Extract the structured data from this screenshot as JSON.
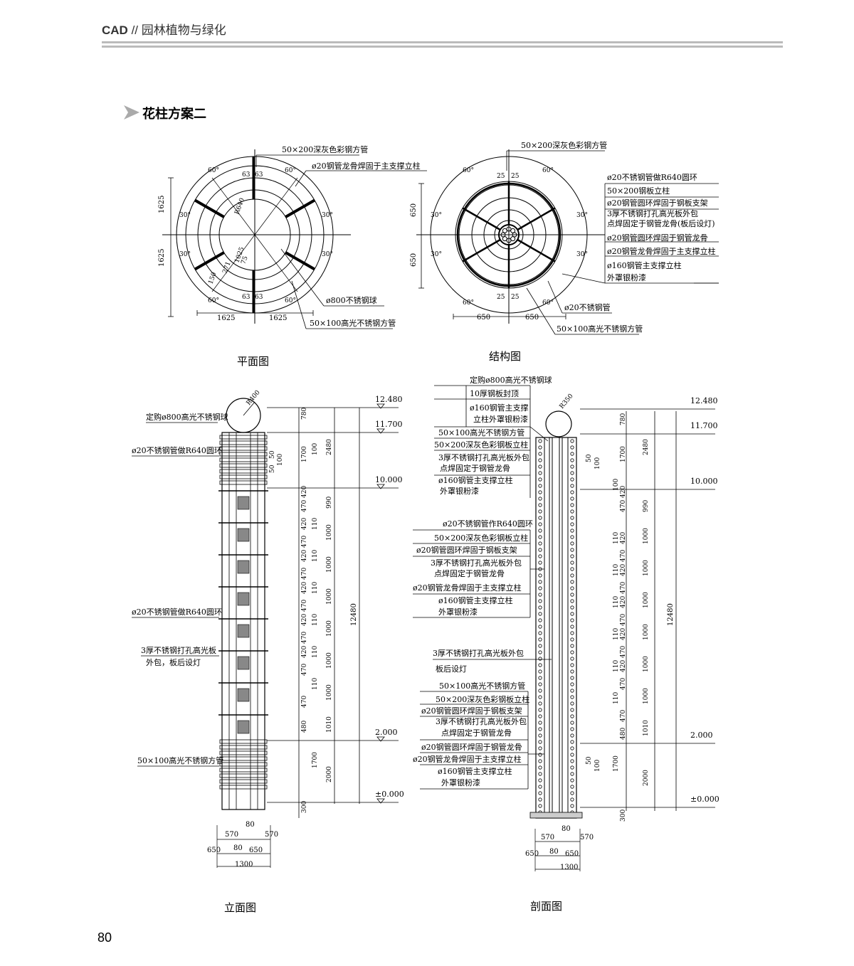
{
  "header": {
    "brand": "CAD",
    "separator": "//",
    "category": "园林植物与绿化"
  },
  "section_title": "花柱方案二",
  "page_number": "80",
  "plan_view": {
    "caption": "平面图",
    "labels": [
      "50×200深灰色彩钢方管",
      "ø20钢管龙骨焊固于主支撑立柱",
      "ø800不锈钢球",
      "50×100高光不锈钢方管"
    ],
    "dims": [
      "1625",
      "1625",
      "1625",
      "1625",
      "R640",
      "1025",
      "63",
      "150",
      "271",
      "75",
      "60°",
      "30°"
    ]
  },
  "structure_view": {
    "caption": "结构图",
    "labels": [
      "50×200深灰色彩钢方管",
      "ø20不锈钢管做R640圆环",
      "50×200钢板立柱",
      "ø20钢管圆环焊固于钢板支架",
      "3厚不锈钢打孔高光板外包",
      "点焊固定于钢管龙骨(板后设灯)",
      "ø20钢管圆环焊固于钢管龙骨",
      "ø20钢管龙骨焊固于主支撑立柱",
      "ø160钢管主支撑立柱",
      "外罩银粉漆",
      "ø20不锈钢管",
      "50×100高光不锈钢方管"
    ],
    "dims": [
      "650",
      "650",
      "650",
      "650",
      "25",
      "60°",
      "30°"
    ]
  },
  "elevation_view": {
    "caption": "立面图",
    "labels": [
      "定购ø800高光不锈钢球",
      "ø20不锈钢管做R640圆环",
      "ø20不锈钢管做R640圆环",
      "3厚不锈钢打孔高光板",
      "外包，板后设灯",
      "50×100高光不锈钢方管"
    ],
    "radius": "R400",
    "levels": [
      "12.480",
      "11.700",
      "10.000",
      "2.000",
      "±0.000"
    ],
    "dims_a": [
      "780",
      "1700",
      "100",
      "470",
      "420",
      "110",
      "470",
      "420",
      "110",
      "470",
      "420",
      "110",
      "470",
      "420",
      "110",
      "470",
      "420",
      "110",
      "470",
      "420",
      "110",
      "470",
      "480",
      "1700",
      "300"
    ],
    "dims_b": [
      "2480",
      "990",
      "1000",
      "1000",
      "1000",
      "1000",
      "1000",
      "1000",
      "1010",
      "2000"
    ],
    "total": "12480",
    "base_dims": [
      "570",
      "80",
      "570",
      "650",
      "80",
      "650",
      "1300"
    ],
    "small_dims": [
      "50",
      "50",
      "100"
    ]
  },
  "section_view": {
    "caption": "剖面图",
    "top_labels": [
      "定购ø800高光不锈钢球",
      "10厚钢板封顶",
      "ø160钢管主支撑",
      "立柱外罩银粉漆",
      "50×100高光不锈钢方管",
      "50×200深灰色彩钢板立柱",
      "3厚不锈钢打孔高光板外包",
      "点焊固定于钢管龙骨",
      "ø160钢管主支撑立柱",
      "外罩银粉漆"
    ],
    "mid_labels": [
      "ø20不锈钢管作R640圆环",
      "50×200深灰色彩钢板立柱",
      "ø20钢管圆环焊固于钢板支架",
      "3厚不锈钢打孔高光板外包",
      "点焊固定于钢管龙骨",
      "ø20钢管龙骨焊固于主支撑立柱",
      "ø160钢管主支撑立柱",
      "外罩银粉漆",
      "3厚不锈钢打孔高光板外包",
      "板后设灯"
    ],
    "low_labels": [
      "50×100高光不锈钢方管",
      "50×200深灰色彩钢板立柱",
      "ø20钢管圆环焊固于钢板支架",
      "3厚不锈钢打孔高光板外包",
      "点焊固定于钢管龙骨",
      "ø20钢管圆环焊固于钢管龙骨",
      "ø20钢管龙骨焊固于主支撑立柱",
      "ø160钢管主支撑立柱",
      "外罩银粉漆"
    ],
    "radius": "R350",
    "levels": [
      "12.480",
      "11.700",
      "10.000",
      "2.000",
      "±0.000"
    ],
    "base_dims": [
      "570",
      "80",
      "570",
      "650",
      "80",
      "650",
      "1300"
    ]
  }
}
